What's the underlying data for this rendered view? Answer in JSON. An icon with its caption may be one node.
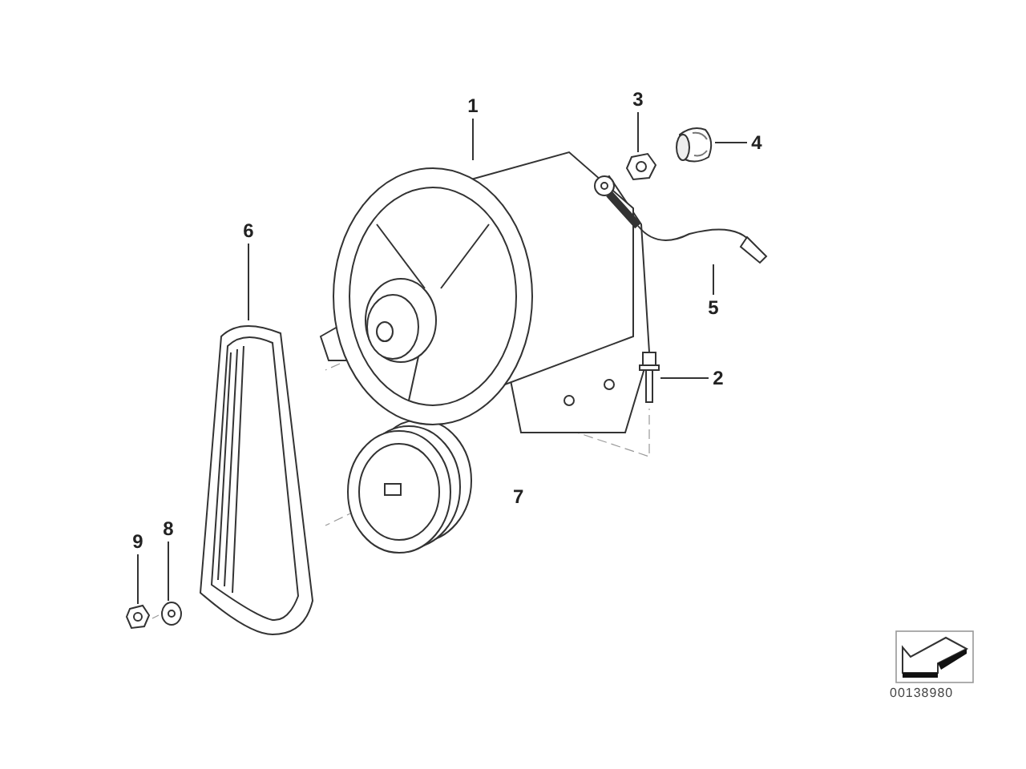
{
  "diagram": {
    "nodes": [
      {
        "text": [
          "1"
        ]
      },
      {
        "text": [
          "3"
        ]
      },
      {
        "text": [
          "4"
        ]
      },
      {
        "text": [
          "5"
        ]
      },
      {
        "text": [
          "2"
        ]
      },
      {
        "text": [
          "6"
        ]
      },
      {
        "text": [
          "9"
        ]
      },
      {
        "text": [
          "8"
        ]
      },
      {
        "text": [],
        "shape": "picture"
      },
      {
        "text": [],
        "shape": "picture"
      },
      {
        "text": [],
        "shape": "picture"
      },
      {
        "text": [],
        "shape": "picture"
      },
      {
        "text": [],
        "shape": "picture"
      },
      {
        "text": [],
        "shape": "picture"
      },
      {
        "text": [],
        "shape": "picture"
      },
      {
        "text": [],
        "shape": "picture"
      }
    ],
    "edges": [
      {
        "from": 0,
        "to": 8,
        "arrow": "none"
      },
      {
        "from": 1,
        "to": 9,
        "arrow": "none"
      },
      {
        "from": 2,
        "to": 10,
        "arrow": "none"
      },
      {
        "from": 3,
        "to": 11,
        "arrow": "none"
      },
      {
        "from": 4,
        "to": 12,
        "arrow": "none"
      },
      {
        "from": 5,
        "to": 13,
        "arrow": "none"
      },
      {
        "from": 6,
        "to": 14,
        "arrow": "none"
      },
      {
        "from": 7,
        "to": 15,
        "arrow": "none"
      }
    ],
    "labels": [
      "7",
      "00138980"
    ]
  }
}
